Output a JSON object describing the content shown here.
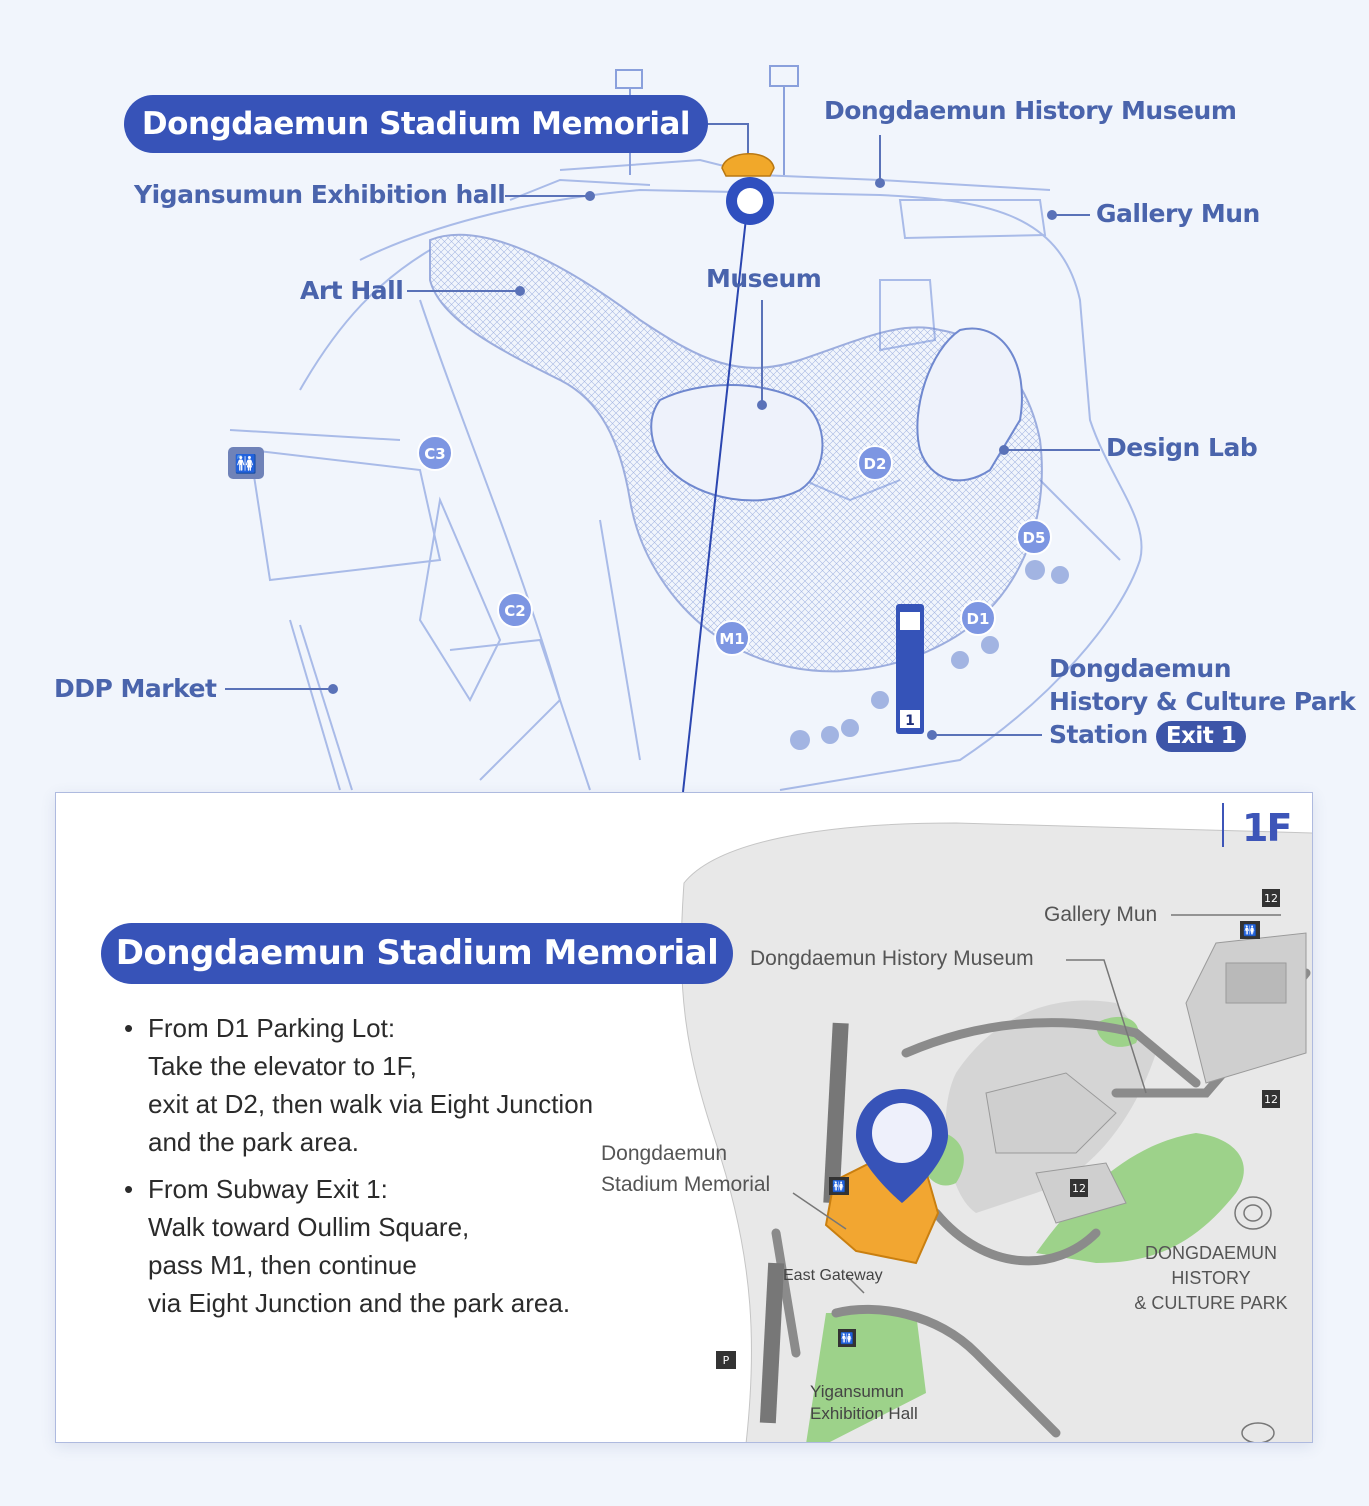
{
  "top_map": {
    "title": "Dongdaemun Stadium Memorial",
    "labels": {
      "history_museum": "Dongdaemun History Museum",
      "yigansumun": "Yigansumun Exhibition hall",
      "gallery_mun": "Gallery Mun",
      "art_hall": "Art Hall",
      "museum": "Museum",
      "design_lab": "Design Lab",
      "ddp_market": "DDP Market",
      "station_line1": "Dongdaemun",
      "station_line2": "History & Culture Park",
      "station_line3": "Station",
      "exit_badge": "Exit 1"
    },
    "gates": {
      "c3": "C3",
      "c2": "C2",
      "d2": "D2",
      "d5": "D5",
      "d1": "D1",
      "m1": "M1"
    },
    "pillar_number": "1",
    "colors": {
      "accent": "#3753b8",
      "line": "#9fb3e6",
      "label": "#4a64ac",
      "marker": "#f1a82a"
    },
    "icons": [
      "restroom-icon",
      "location-ring-icon",
      "subway-pillar-icon"
    ]
  },
  "floor_map": {
    "floor_label": "1F",
    "title": "Dongdaemun Stadium Memorial",
    "directions": [
      {
        "bullet": "•",
        "lines": [
          "From D1 Parking Lot:",
          "Take the elevator to 1F,",
          "exit at D2, then walk via Eight Junction",
          "and the park area."
        ]
      },
      {
        "bullet": "•",
        "lines": [
          "From Subway Exit 1:",
          "Walk toward Oullim Square,",
          "pass M1, then continue",
          "via Eight Junction and the park area."
        ]
      }
    ],
    "labels": {
      "gallery_mun": "Gallery Mun",
      "history_museum": "Dongdaemun History Museum",
      "memorial_line1": "Dongdaemun",
      "memorial_line2": "Stadium Memorial",
      "east_gateway": "East Gateway",
      "park_line1": "DONGDAEMUN",
      "park_line2": "HISTORY",
      "park_line3": "& CULTURE PARK",
      "yigansumun_line1": "Yigansumun",
      "yigansumun_line2": "Exhibition Hall"
    },
    "colors": {
      "pin": "#3753b8",
      "memorial": "#f2a631",
      "grass": "#9dd28a",
      "ground": "#e6e6e6",
      "structure": "#8b8b8b"
    },
    "icons": [
      "location-pin-icon",
      "restroom-icon",
      "elevator-icon",
      "parking-icon"
    ]
  }
}
